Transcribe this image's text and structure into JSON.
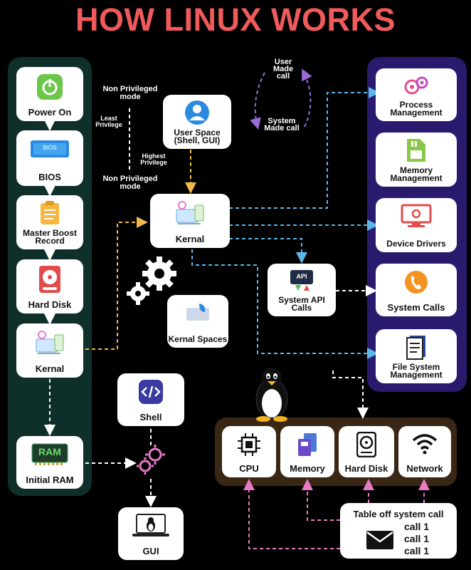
{
  "title": "HOW LINUX WORKS",
  "boot_sequence": {
    "power_on": "Power On",
    "bios": "BIOS",
    "bios_icon_text": "BIOS",
    "mbr": "Master Boost Record",
    "hard_disk": "Hard Disk",
    "kernal": "Kernal",
    "initial_ram": "Initial RAM",
    "ram_icon_text": "RAM"
  },
  "privilege": {
    "top_mode": "Non Privileged mode",
    "least": "Least Privilege",
    "highest": "Highest Privilege",
    "bottom_mode": "Non Privileged mode"
  },
  "calls": {
    "user_made": "User Made call",
    "system_made": "System Made call"
  },
  "center": {
    "user_space": "User Space (Shell, GUI)",
    "kernal": "Kernal",
    "kernal_spaces": "Kernal Spaces",
    "system_api_calls": "System API Calls",
    "api_icon_text": "API",
    "shell": "Shell",
    "gui": "GUI"
  },
  "kernel_functions": {
    "process": "Process Management",
    "memory": "Memory Management",
    "drivers": "Device Drivers",
    "system_calls": "System Calls",
    "file_system": "File System Management"
  },
  "hardware": {
    "cpu": "CPU",
    "memory": "Memory",
    "hard_disk": "Hard Disk",
    "network": "Network"
  },
  "syscall_table": {
    "title": "Table off system call",
    "rows": [
      "call 1",
      "call 1",
      "call 1"
    ]
  },
  "colors": {
    "title": "#f05a5a",
    "left_panel": "#0f2f2a",
    "right_panel": "#2a1a6e",
    "hardware_panel": "#3a2614",
    "arrow_white": "#ffffff",
    "arrow_yellow": "#f3b84a",
    "arrow_blue": "#5ab8e8",
    "arrow_pink": "#e87ac8",
    "arrow_purple": "#9b6cd8"
  }
}
